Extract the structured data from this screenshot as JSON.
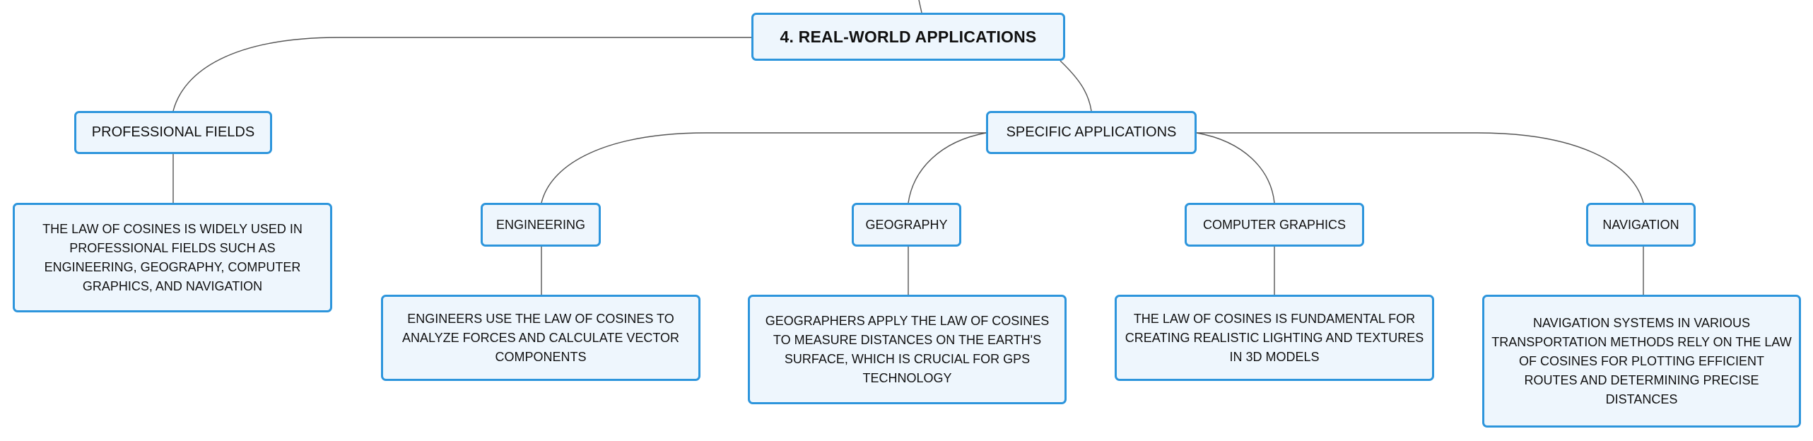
{
  "diagram": {
    "root": {
      "label": "4. REAL-WORLD APPLICATIONS"
    },
    "professional_fields": {
      "label": "PROFESSIONAL FIELDS",
      "description": "THE LAW OF COSINES IS WIDELY USED IN PROFESSIONAL FIELDS SUCH AS ENGINEERING, GEOGRAPHY, COMPUTER GRAPHICS, AND NAVIGATION"
    },
    "specific_applications": {
      "label": "SPECIFIC APPLICATIONS",
      "items": [
        {
          "label": "ENGINEERING",
          "description": "ENGINEERS USE THE LAW OF COSINES TO ANALYZE FORCES AND CALCULATE VECTOR COMPONENTS"
        },
        {
          "label": "GEOGRAPHY",
          "description": "GEOGRAPHERS APPLY THE LAW OF COSINES TO MEASURE DISTANCES ON THE EARTH'S SURFACE, WHICH IS CRUCIAL FOR GPS TECHNOLOGY"
        },
        {
          "label": "COMPUTER GRAPHICS",
          "description": "THE LAW OF COSINES IS FUNDAMENTAL FOR CREATING REALISTIC LIGHTING AND TEXTURES IN 3D MODELS"
        },
        {
          "label": "NAVIGATION",
          "description": "NAVIGATION SYSTEMS IN VARIOUS TRANSPORTATION METHODS RELY ON THE LAW OF COSINES FOR PLOTTING EFFICIENT ROUTES AND DETERMINING PRECISE DISTANCES"
        }
      ]
    },
    "colors": {
      "node_border": "#2d95dc",
      "node_fill": "#eef6fd",
      "connector": "#555555"
    }
  }
}
